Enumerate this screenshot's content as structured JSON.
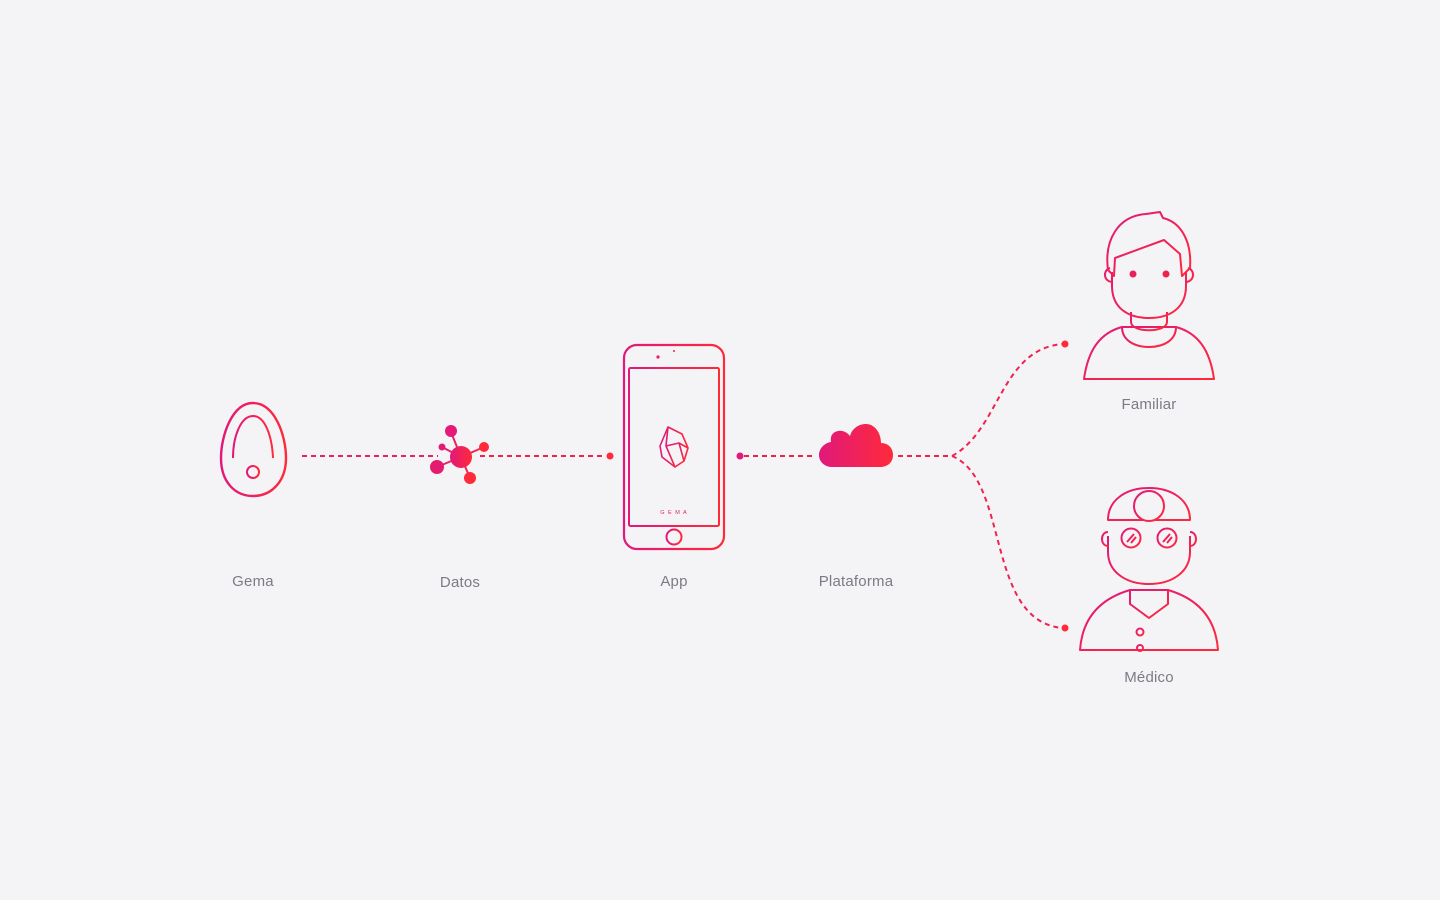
{
  "nodes": {
    "gema": {
      "label": "Gema"
    },
    "datos": {
      "label": "Datos"
    },
    "app": {
      "label": "App",
      "screen_text": "G E M A"
    },
    "plataforma": {
      "label": "Plataforma"
    },
    "familiar": {
      "label": "Familiar"
    },
    "medico": {
      "label": "Médico"
    }
  },
  "colors": {
    "background": "#f4f4f6",
    "gradient_start": "#e0197a",
    "gradient_end": "#ff2a3a",
    "label": "#7b7b85"
  }
}
